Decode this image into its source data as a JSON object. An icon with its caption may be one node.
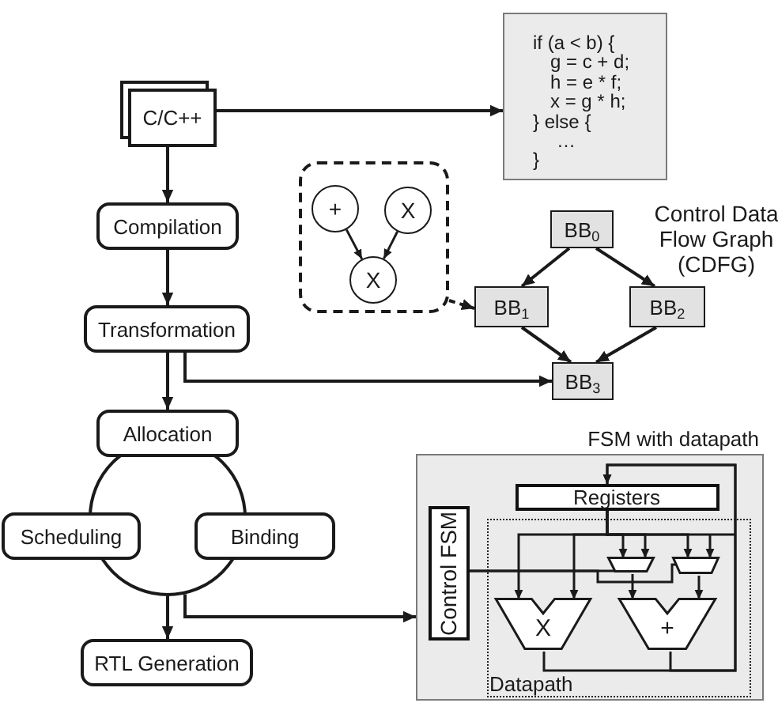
{
  "diagram": {
    "nodes": [
      {
        "text": [
          "C/C++"
        ]
      },
      {
        "text": [
          "if (a < b) {",
          "g = c + d;",
          "h = e * f;",
          "x = g * h;",
          "} else {",
          "…",
          "}"
        ]
      },
      {
        "text": [
          "Compilation"
        ]
      },
      {
        "text": [],
        "shape": "box"
      },
      {
        "text": [
          "+"
        ],
        "in": 3
      },
      {
        "text": [
          "X"
        ],
        "in": 3
      },
      {
        "text": [
          "X"
        ],
        "in": 3
      },
      {
        "text": [
          "BB$_{0}$"
        ]
      },
      {
        "text": [
          "BB$_{1}$"
        ]
      },
      {
        "text": [
          "BB$_{2}$"
        ]
      },
      {
        "text": [
          "Transformation"
        ]
      },
      {
        "text": [
          "BB$_{3}$"
        ]
      },
      {
        "text": [
          "Allocation"
        ]
      },
      {
        "text": [],
        "shape": "circle"
      },
      {
        "text": [
          "Scheduling"
        ]
      },
      {
        "text": [
          "Binding"
        ]
      },
      {
        "text": [
          "RTL Generation"
        ]
      },
      {
        "text": [
          "FSM with datapath"
        ]
      },
      {
        "text": [
          "Registers"
        ],
        "in": 17
      },
      {
        "text": [
          "Control FSM"
        ],
        "in": 17
      },
      {
        "text": [
          "Datapath"
        ],
        "in": 17
      },
      {
        "text": [],
        "shape": "trapezoid",
        "in": 20
      },
      {
        "text": [],
        "shape": "trapezoid",
        "in": 20
      },
      {
        "text": [
          "X"
        ],
        "in": 20
      },
      {
        "text": [
          "+"
        ],
        "in": 20
      }
    ],
    "edges": [
      {
        "from": 0,
        "to": 1,
        "arrow": "to"
      },
      {
        "from": 0,
        "to": 2,
        "arrow": "to"
      },
      {
        "from": 2,
        "to": 10,
        "arrow": "to"
      },
      {
        "from": 4,
        "to": 6,
        "arrow": "to"
      },
      {
        "from": 5,
        "to": 6,
        "arrow": "to"
      },
      {
        "from": 3,
        "to": 8,
        "arrow": "to",
        "style": "dashed"
      },
      {
        "from": 7,
        "to": 8,
        "arrow": "to"
      },
      {
        "from": 7,
        "to": 9,
        "arrow": "to"
      },
      {
        "from": 8,
        "to": 11,
        "arrow": "to"
      },
      {
        "from": 9,
        "to": 11,
        "arrow": "to"
      },
      {
        "from": 10,
        "to": 12,
        "arrow": "to"
      },
      {
        "from": 10,
        "to": 11,
        "arrow": "to"
      },
      {
        "from": 13,
        "to": 16,
        "arrow": "to"
      },
      {
        "from": 13,
        "to": 17,
        "arrow": "to"
      },
      {
        "from": 18,
        "to": 23,
        "arrow": "to"
      },
      {
        "from": 18,
        "to": 23,
        "arrow": "to"
      },
      {
        "from": 18,
        "to": 21,
        "arrow": "to"
      },
      {
        "from": 18,
        "to": 21,
        "arrow": "to"
      },
      {
        "from": 18,
        "to": 22,
        "arrow": "to"
      },
      {
        "from": 18,
        "to": 22,
        "arrow": "to"
      },
      {
        "from": 21,
        "to": 24,
        "arrow": "to"
      },
      {
        "from": 22,
        "to": 24,
        "arrow": "to"
      },
      {
        "from": 23,
        "to": 18,
        "arrow": "to"
      },
      {
        "from": 24,
        "to": 18,
        "arrow": "to"
      },
      {
        "from": 19,
        "to": 21,
        "arrow": "none"
      },
      {
        "from": 19,
        "to": 22,
        "arrow": "none"
      }
    ],
    "labels": [
      "Control Data Flow Graph (CDFG)"
    ]
  }
}
